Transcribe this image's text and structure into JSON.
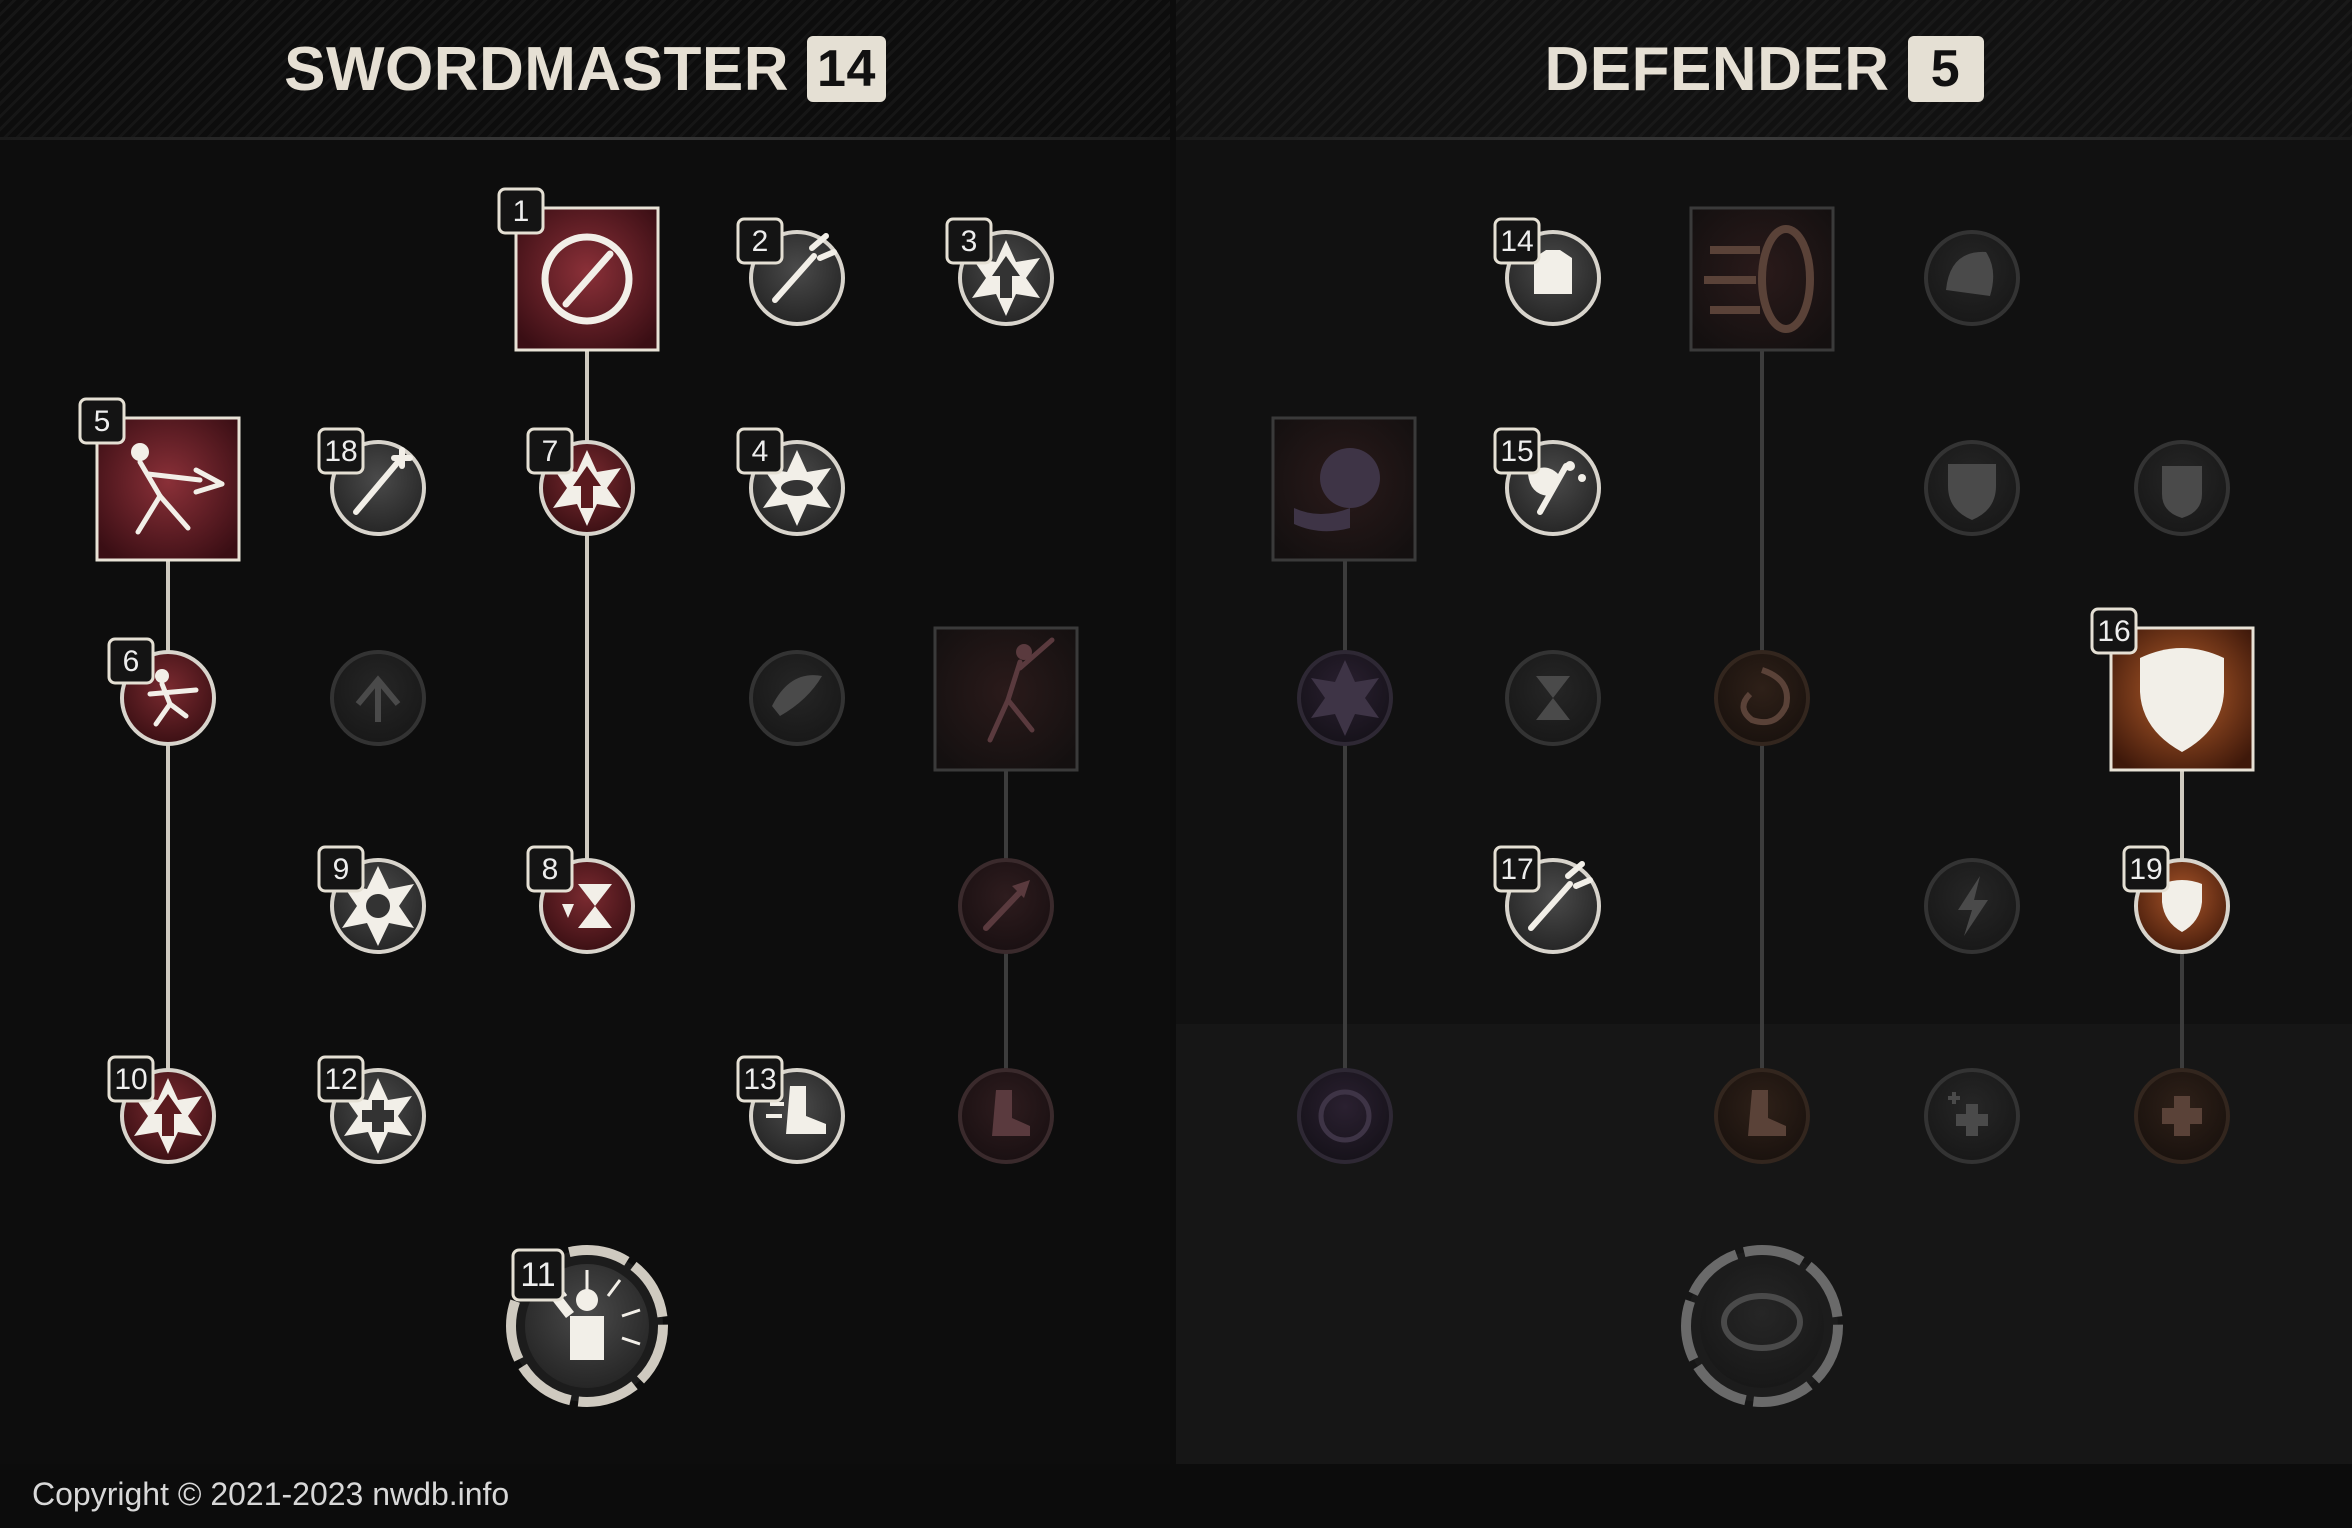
{
  "trees": [
    {
      "name": "SWORDMASTER",
      "points": "14"
    },
    {
      "name": "DEFENDER",
      "points": "5"
    }
  ],
  "footer": {
    "copyright": "Copyright © 2021-2023 nwdb.info"
  },
  "icons": [
    "sword-slash-icon",
    "sword-strike-icon",
    "star-arrow-up-icon",
    "runner-lunge-icon",
    "sword-sparkle-icon",
    "arrow-up-star-icon",
    "burst-ring-icon",
    "running-strike-icon",
    "boot-arrow-icon",
    "feather-icon",
    "grit-burst-icon",
    "hourglass-down-icon",
    "stars-orbit-icon",
    "plus-burst-icon",
    "boot-speed-icon",
    "leap-strike-icon",
    "arrow-diagonal-icon",
    "boot-icon",
    "armor-icon",
    "shield-rush-icon",
    "helm-icon",
    "fist-icon",
    "axe-frost-icon",
    "shield-crest-icon",
    "shield-badge-icon",
    "hourglass-icon",
    "whirl-icon",
    "shield-block-icon",
    "lightning-icon",
    "shield-check-icon",
    "plus-icon",
    "sparkle-plus-icon",
    "counter-ring-icon"
  ]
}
